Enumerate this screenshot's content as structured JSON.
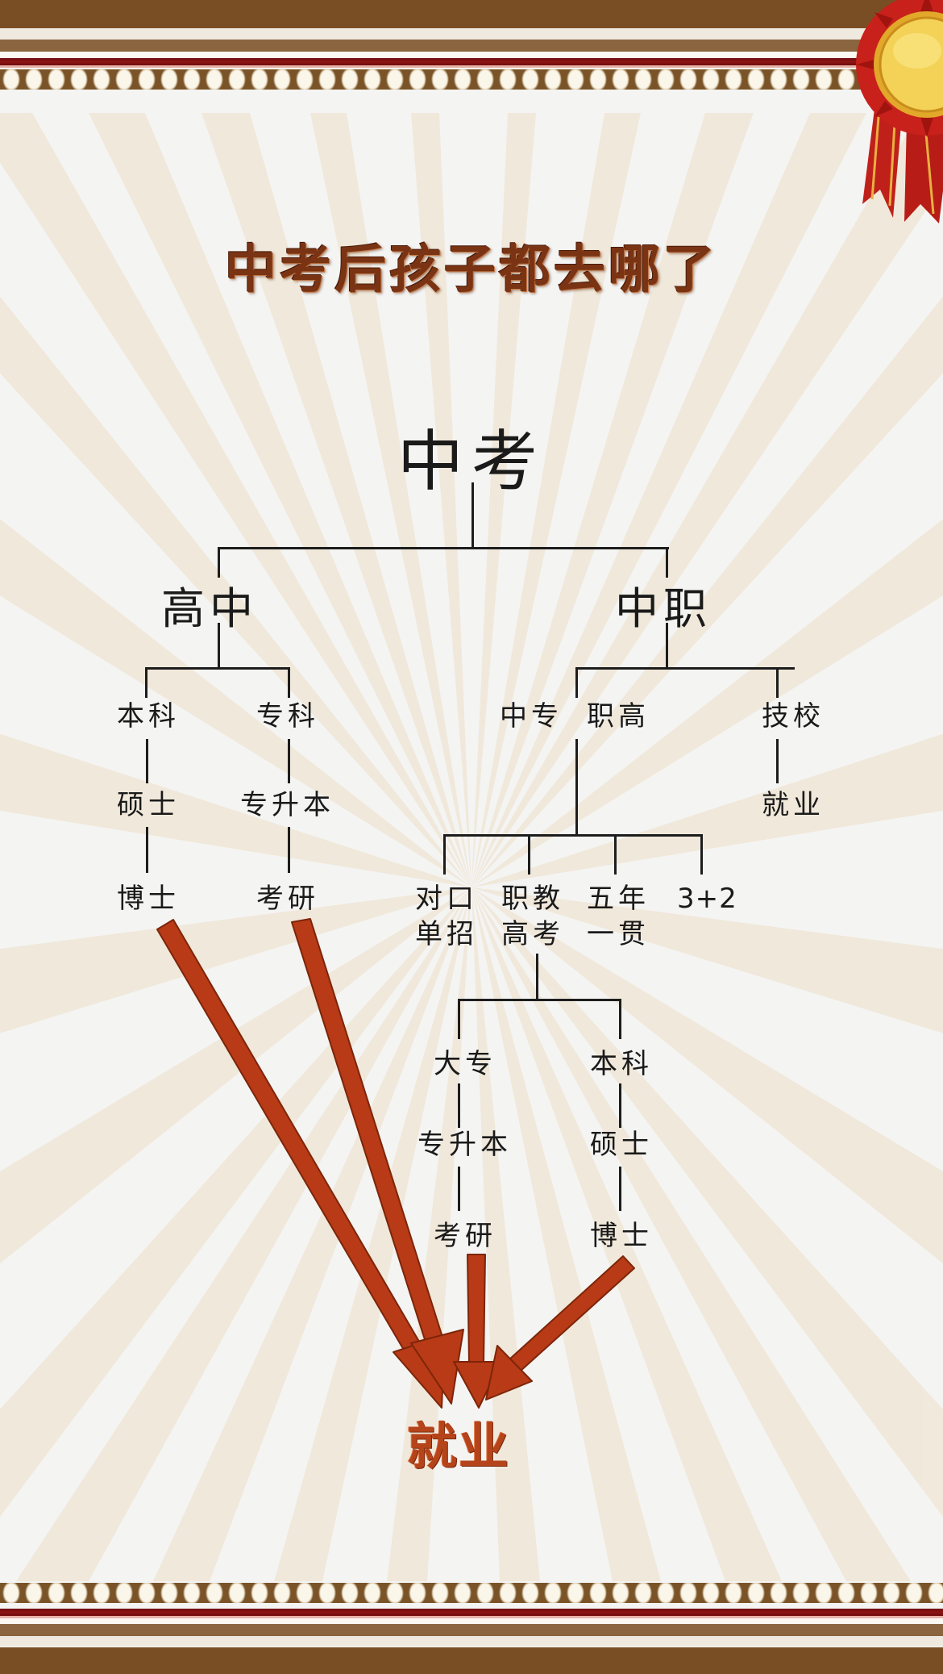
{
  "title": "中考后孩子都去哪了",
  "colors": {
    "title": "#7a3414",
    "arrow": "#b83a16",
    "employment": "#b6441a",
    "line": "#1d1d1d",
    "border_brown": "#7a4e24",
    "border_red": "#8e1414",
    "background": "#f4f4f3",
    "ray": "#f0e6d6"
  },
  "tree": {
    "root": "中考",
    "high_school": {
      "label": "高中",
      "bachelor_path": [
        "本科",
        "硕士",
        "博士"
      ],
      "college_path": [
        "专科",
        "专升本",
        "考研"
      ]
    },
    "vocational": {
      "label": "中职",
      "zhongzhuan": "中专",
      "zhigao": "职高",
      "jixiao": "技校",
      "jixiao_outcome": "就业",
      "routes": [
        {
          "line1": "对口",
          "line2": "单招"
        },
        {
          "line1": "职教",
          "line2": "高考"
        },
        {
          "line1": "五年",
          "line2": "一贯"
        },
        {
          "line1": "3+2",
          "line2": ""
        }
      ],
      "after_exam": {
        "college_path": [
          "大专",
          "专升本",
          "考研"
        ],
        "bachelor_path": [
          "本科",
          "硕士",
          "博士"
        ]
      }
    },
    "final_outcome": "就业"
  },
  "arrows": [
    {
      "from": "博士 (高中路线)",
      "to": "就业"
    },
    {
      "from": "考研 (高中路线)",
      "to": "就业"
    },
    {
      "from": "考研 (职教高考路线)",
      "to": "就业"
    },
    {
      "from": "博士 (职教高考路线)",
      "to": "就业"
    }
  ]
}
